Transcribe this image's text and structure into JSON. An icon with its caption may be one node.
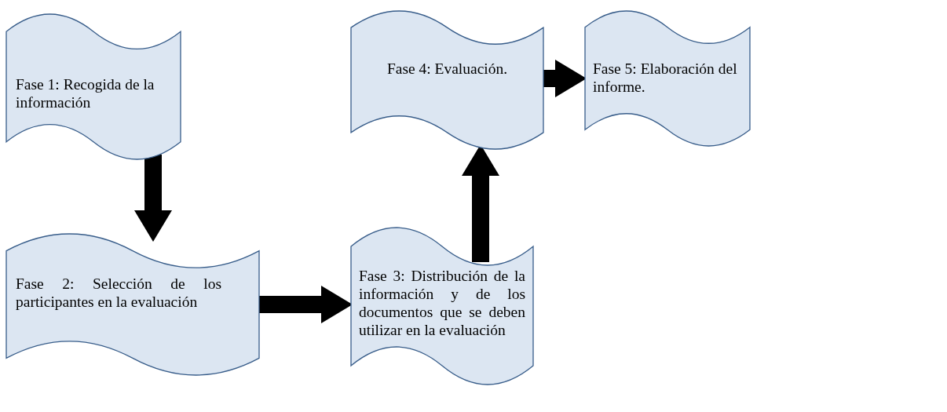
{
  "diagram": {
    "nodes": [
      {
        "text": [
          "Fase 1: Recogida de la información"
        ]
      },
      {
        "text": [
          "Fase 2: Selección de los participantes en la evaluación"
        ]
      },
      {
        "text": [
          "Fase 3: Distribución de la información y de los documentos que se deben utilizar en la evaluación"
        ]
      },
      {
        "text": [
          "Fase 4: Evaluación."
        ]
      },
      {
        "text": [
          "Fase 5: Elaboración del informe."
        ]
      }
    ],
    "edges": [
      {
        "from": 0,
        "to": 1,
        "arrow": "to"
      },
      {
        "from": 1,
        "to": 2,
        "arrow": "to"
      },
      {
        "from": 2,
        "to": 3,
        "arrow": "to"
      },
      {
        "from": 3,
        "to": 4,
        "arrow": "to"
      }
    ]
  }
}
